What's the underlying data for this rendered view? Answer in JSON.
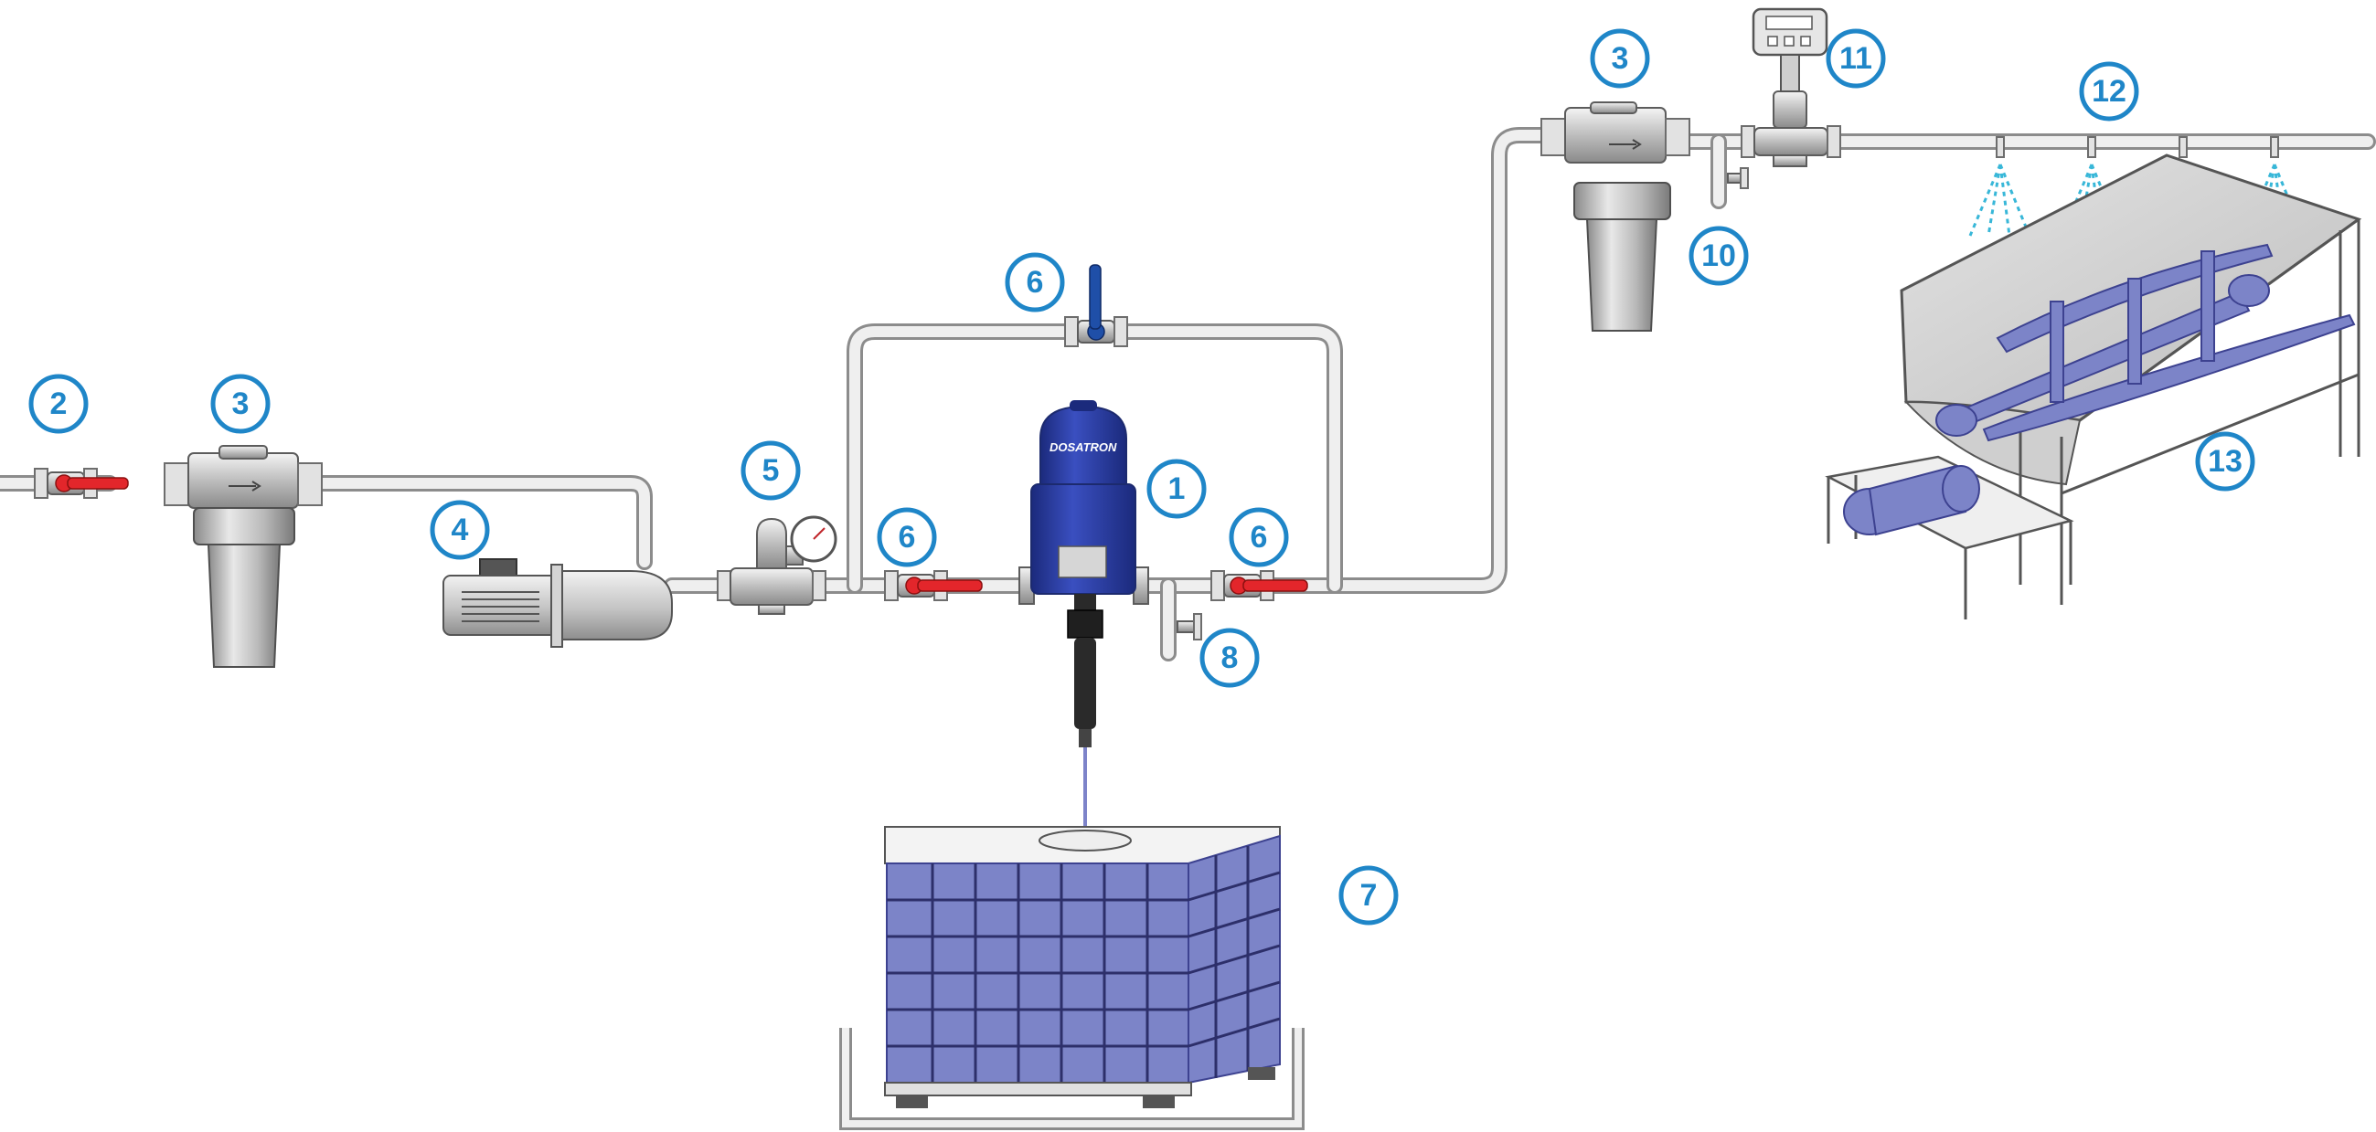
{
  "brand": "DOSATRON",
  "callouts": {
    "c1": "1",
    "c2": "2",
    "c3a": "3",
    "c3b": "3",
    "c4": "4",
    "c5": "5",
    "c6a": "6",
    "c6b": "6",
    "c6c": "6",
    "c7": "7",
    "c8": "8",
    "c10": "10",
    "c11": "11",
    "c12": "12",
    "c13": "13"
  },
  "colors": {
    "callout": "#1f86c8",
    "dosatron_body": "#2d3fa0",
    "valve_handle_closed": "#e3262b",
    "valve_handle_bypass": "#1f4fa8",
    "tank_fill": "#7c84c8",
    "spray": "#38b7d8"
  }
}
